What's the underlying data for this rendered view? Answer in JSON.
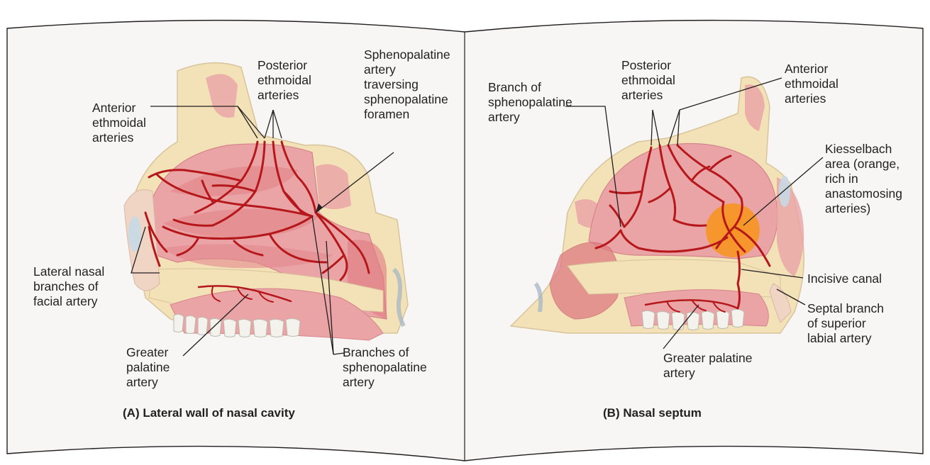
{
  "panel_a": {
    "caption": "(A) Lateral wall of nasal cavity",
    "labels": {
      "posterior_ethmoidal": "Posterior\nethmoidal\narteries",
      "sphenopalatine_traversing": "Sphenopalatine\nartery\ntraversing\nsphenopalatine\nforamen",
      "anterior_ethmoidal": "Anterior\nethmoidal\narteries",
      "lateral_nasal": "Lateral nasal\nbranches of\nfacial artery",
      "greater_palatine": "Greater\npalatine\nartery",
      "branches_sphenopalatine": "Branches of\nsphenopalatine\nartery"
    }
  },
  "panel_b": {
    "caption": "(B) Nasal septum",
    "labels": {
      "posterior_ethmoidal": "Posterior\nethmoidal\narteries",
      "anterior_ethmoidal": "Anterior\nethmoidal\narteries",
      "branch_sphenopalatine": "Branch of\nsphenopalatine\nartery",
      "kiesselbach": "Kiesselbach\narea (orange,\nrich in\nanastomosing\narteries)",
      "incisive_canal": "Incisive canal",
      "septal_branch": "Septal branch\nof superior\nlabial artery",
      "greater_palatine": "Greater palatine\nartery"
    }
  },
  "colors": {
    "artery": "#b5171b",
    "mucosa": "#eaa4a6",
    "bone": "#f3e1b7",
    "kiesselbach": "#f7941d",
    "page_bg": "#f7f6f5",
    "teeth": "#f4f2ec"
  }
}
